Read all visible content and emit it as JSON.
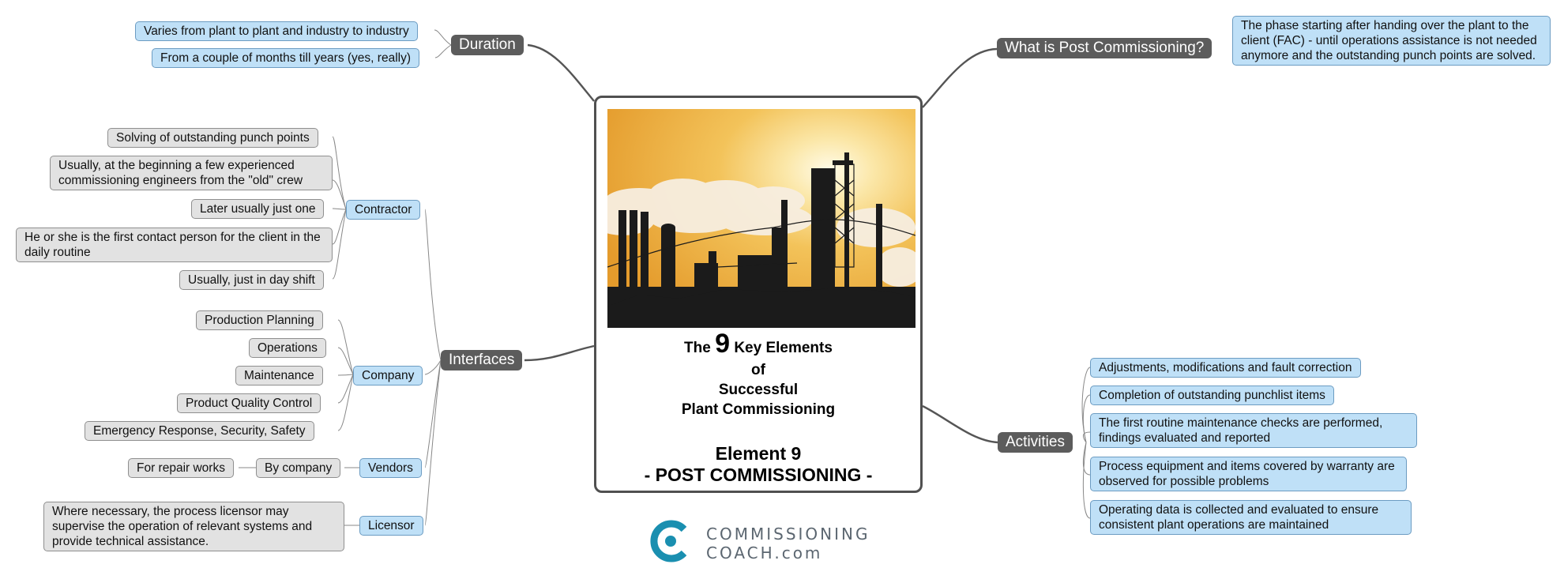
{
  "center": {
    "line1_pre": "The",
    "line1_num": "9",
    "line1_post": "Key Elements",
    "line2": "of",
    "line3": "Successful",
    "line4": "Plant Commissioning",
    "element": "Element 9",
    "subtitle": "- POST COMMISSIONING -"
  },
  "duration": {
    "label": "Duration",
    "items": [
      "Varies from plant to plant and industry to industry",
      "From a couple of months till years (yes, really)"
    ]
  },
  "what": {
    "label": "What is Post Commissioning?",
    "text": "The phase starting after handing over the plant to the client (FAC) - until operations assistance is not needed anymore and the outstanding punch points are solved."
  },
  "interfaces": {
    "label": "Interfaces",
    "contractor": {
      "label": "Contractor",
      "items": [
        "Solving of outstanding punch points",
        "Usually, at the beginning a few experienced commissioning engineers  from the \"old\" crew",
        "Later usually just one",
        "He or she is the first contact person for the client in the daily routine",
        "Usually, just in day shift"
      ]
    },
    "company": {
      "label": "Company",
      "items": [
        "Production Planning",
        "Operations",
        "Maintenance",
        "Product Quality Control",
        "Emergency Response, Security, Safety"
      ]
    },
    "vendors": {
      "label": "Vendors",
      "by_company": "By company",
      "repair": "For repair works"
    },
    "licensor": {
      "label": "Licensor",
      "text": "Where necessary, the process licensor may supervise the operation of relevant systems and provide technical assistance."
    }
  },
  "activities": {
    "label": "Activities",
    "items": [
      "Adjustments, modifications and fault correction",
      "Completion of outstanding punchlist items",
      "The first routine maintenance checks are performed, findings evaluated and reported",
      "Process equipment and items covered by warranty are observed for possible problems",
      "Operating data is collected and evaluated to ensure consistent plant operations are maintained"
    ]
  },
  "logo": {
    "line1": "COMMISSIONING",
    "line2": "COACH.com"
  },
  "colors": {
    "topic_dark": "#5c5c5c",
    "node_blue": "#bfe0f7",
    "node_grey": "#e2e2e2",
    "logo_teal": "#1a8fb0"
  }
}
